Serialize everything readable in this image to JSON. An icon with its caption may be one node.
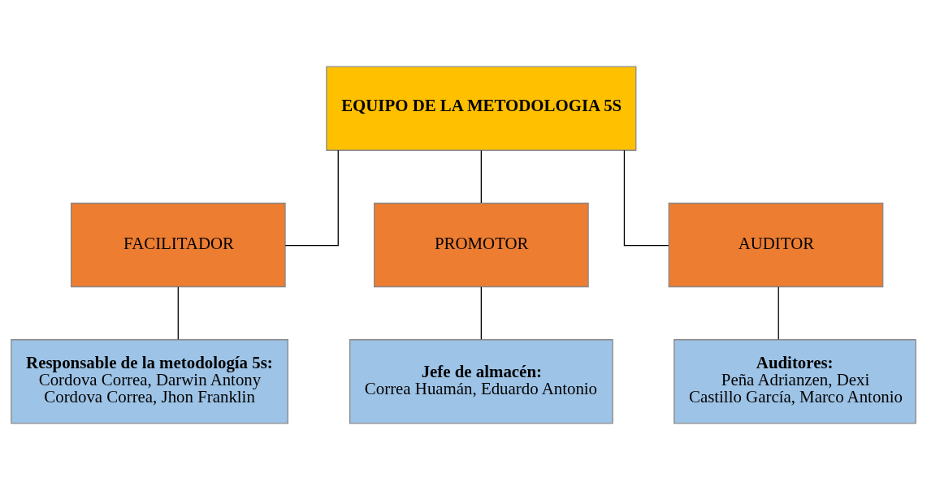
{
  "diagram": {
    "nodes": [
      {
        "text": [
          "EQUIPO DE LA METODOLOGIA 5S"
        ]
      },
      {
        "text": [
          "FACILITADOR"
        ]
      },
      {
        "text": [
          "PROMOTOR"
        ]
      },
      {
        "text": [
          "AUDITOR"
        ]
      },
      {
        "text": [
          "Responsable de la metodología 5s:",
          "Cordova Correa, Darwin Antony",
          "Cordova Correa, Jhon Franklin"
        ]
      },
      {
        "text": [
          "Jefe de almacén:",
          "Correa Huamán, Eduardo Antonio"
        ]
      },
      {
        "text": [
          "Auditores:",
          "Peña Adrianzen, Dexi",
          "Castillo García, Marco Antonio"
        ]
      }
    ],
    "edges": [
      {
        "from": 0,
        "to": 1,
        "arrow": "none"
      },
      {
        "from": 0,
        "to": 2,
        "arrow": "none"
      },
      {
        "from": 0,
        "to": 3,
        "arrow": "none"
      },
      {
        "from": 1,
        "to": 4,
        "arrow": "none"
      },
      {
        "from": 2,
        "to": 5,
        "arrow": "none"
      },
      {
        "from": 3,
        "to": 6,
        "arrow": "none"
      }
    ]
  }
}
